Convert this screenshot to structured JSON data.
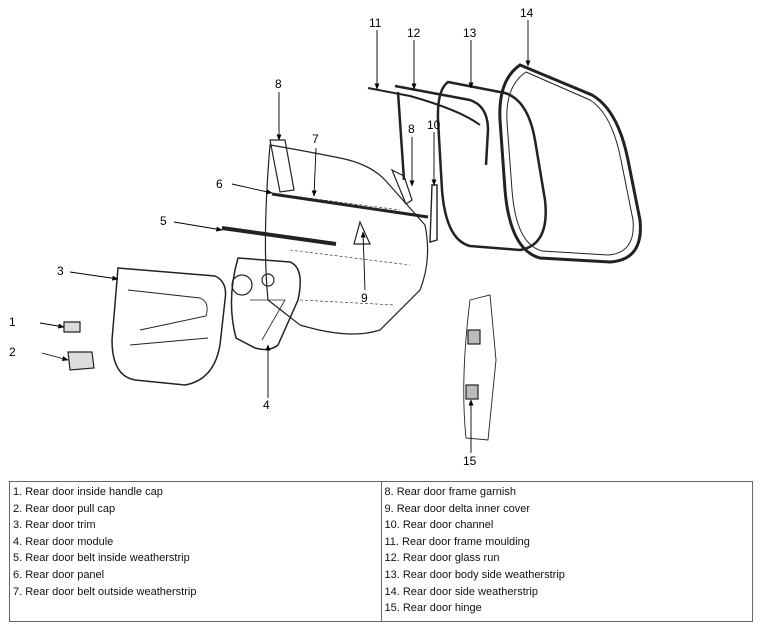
{
  "callouts": {
    "c1": "1",
    "c2": "2",
    "c3": "3",
    "c4": "4",
    "c5": "5",
    "c6": "6",
    "c7": "7",
    "c8a": "8",
    "c8b": "8",
    "c9": "9",
    "c10": "10",
    "c11": "11",
    "c12": "12",
    "c13": "13",
    "c14": "14",
    "c15": "15"
  },
  "legend": {
    "left": [
      "1. Rear door inside handle cap",
      "2. Rear door pull cap",
      "3. Rear door trim",
      "4. Rear door module",
      "5. Rear door belt inside weatherstrip",
      "6. Rear door panel",
      "7. Rear door belt outside weatherstrip"
    ],
    "right": [
      "8. Rear door frame garnish",
      "9. Rear door delta inner cover",
      "10. Rear door channel",
      "11. Rear door frame moulding",
      "12. Rear door glass run",
      "13. Rear door body side weatherstrip",
      "14. Rear door side weatherstrip",
      "15. Rear door hinge"
    ]
  }
}
